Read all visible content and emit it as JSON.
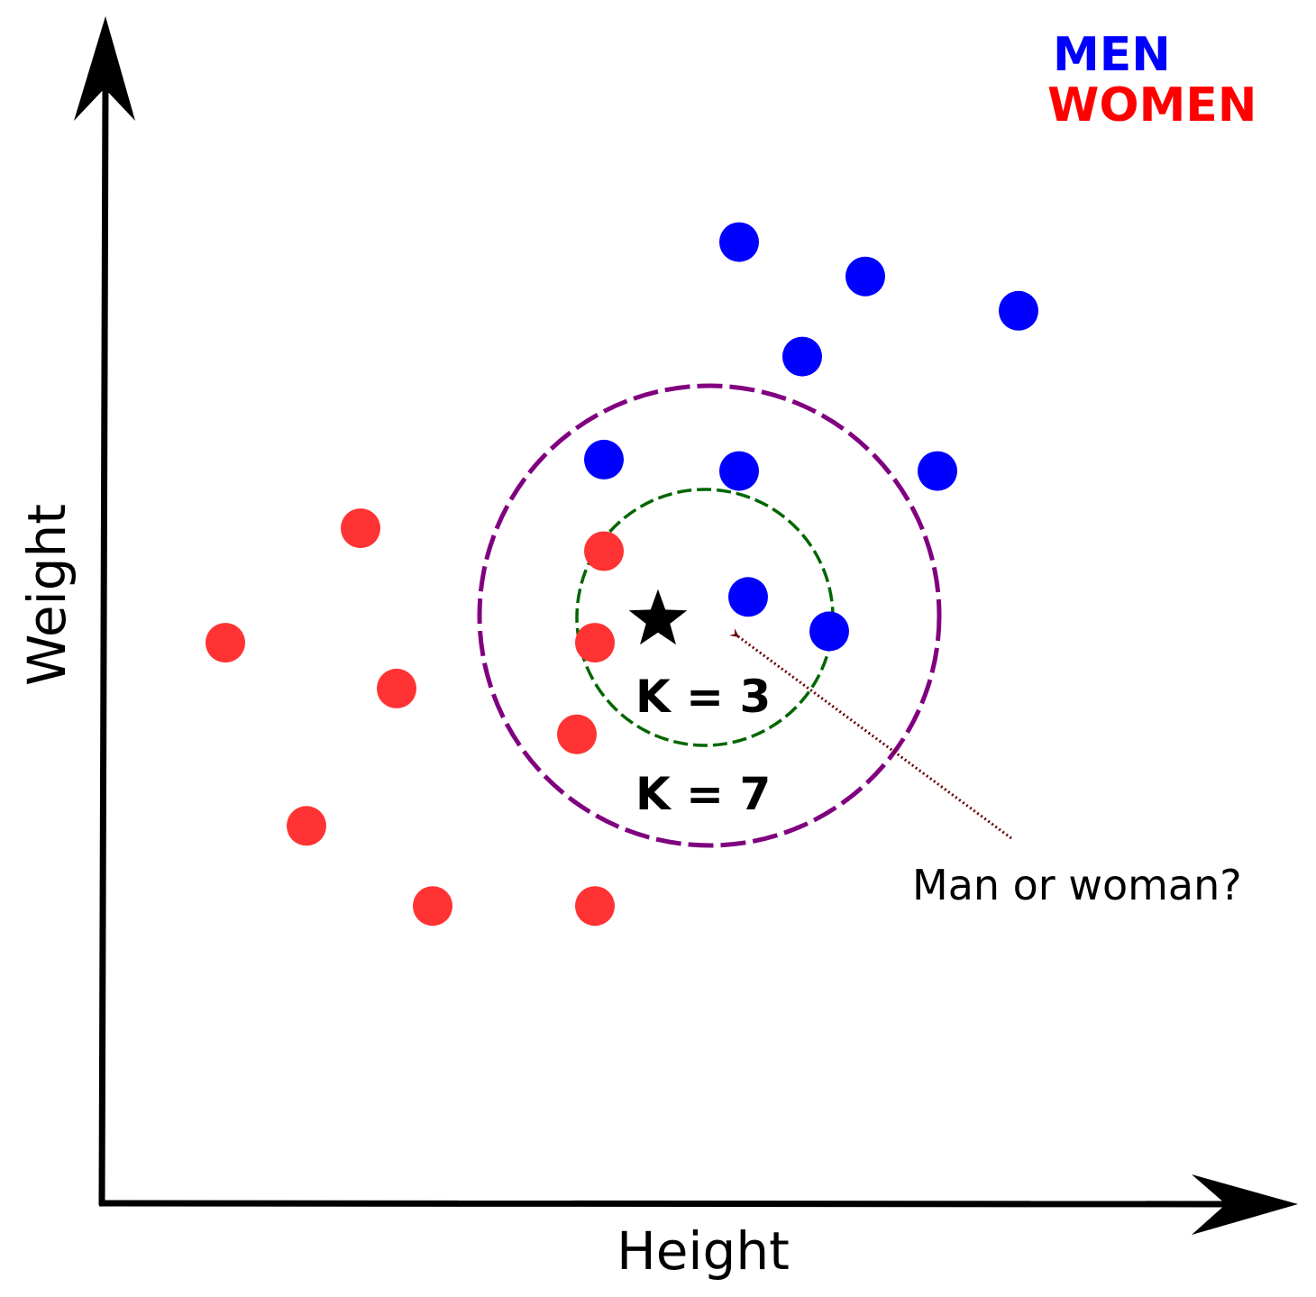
{
  "chart_data": {
    "type": "scatter",
    "xlabel": "Height",
    "ylabel": "Weight",
    "series": [
      {
        "name": "MEN",
        "color": "#0000ff",
        "points": [
          {
            "x": 7.0,
            "y": 8.2
          },
          {
            "x": 8.4,
            "y": 7.9
          },
          {
            "x": 7.7,
            "y": 7.2
          },
          {
            "x": 10.1,
            "y": 7.6
          },
          {
            "x": 5.5,
            "y": 6.3
          },
          {
            "x": 7.0,
            "y": 6.2
          },
          {
            "x": 9.2,
            "y": 6.2
          },
          {
            "x": 7.1,
            "y": 5.1
          },
          {
            "x": 8.0,
            "y": 4.8
          }
        ]
      },
      {
        "name": "WOMEN",
        "color": "#ff3333",
        "points": [
          {
            "x": 2.8,
            "y": 5.7
          },
          {
            "x": 5.5,
            "y": 5.5
          },
          {
            "x": 1.3,
            "y": 4.7
          },
          {
            "x": 5.4,
            "y": 4.7
          },
          {
            "x": 3.2,
            "y": 4.3
          },
          {
            "x": 5.2,
            "y": 3.9
          },
          {
            "x": 2.2,
            "y": 3.1
          },
          {
            "x": 3.6,
            "y": 2.4
          },
          {
            "x": 5.4,
            "y": 2.4
          }
        ]
      }
    ],
    "query_point": {
      "x": 6.1,
      "y": 4.9,
      "label": "Man or woman?"
    },
    "neighborhoods": [
      {
        "label": "K = 3",
        "color": "#006600"
      },
      {
        "label": "K = 7",
        "color": "#800080"
      }
    ],
    "legend": {
      "placement": "top-right",
      "items": [
        "MEN",
        "WOMEN"
      ]
    },
    "grid": false
  }
}
